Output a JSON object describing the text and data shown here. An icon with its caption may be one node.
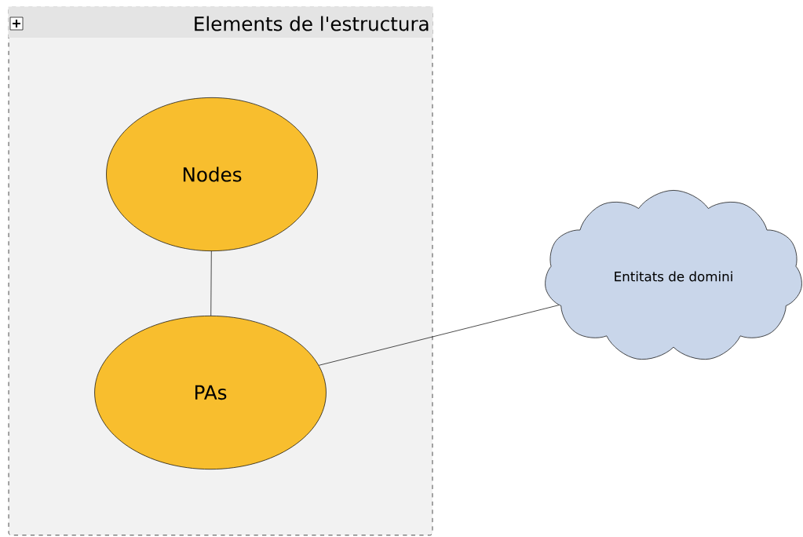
{
  "diagram": {
    "nodes": [
      {
        "text": [
          "Elements de l'estructura"
        ]
      },
      {
        "text": [
          "Nodes"
        ],
        "in": 0
      },
      {
        "text": [
          "PAs"
        ],
        "in": 0
      },
      {
        "text": [
          "Entitats de domini"
        ]
      }
    ],
    "edges": [
      {
        "from": 1,
        "to": 2,
        "arrow": "none"
      },
      {
        "from": 2,
        "to": 3,
        "arrow": "none"
      }
    ]
  }
}
